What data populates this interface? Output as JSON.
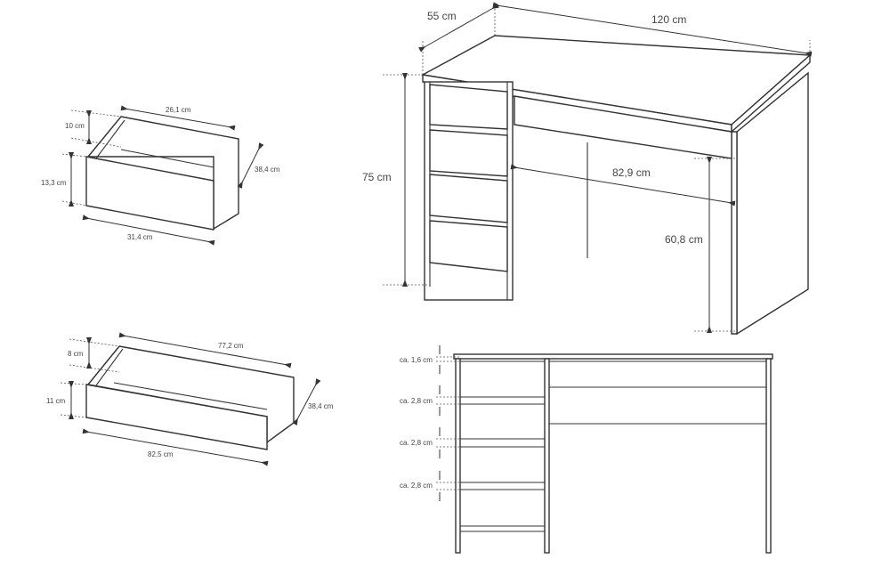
{
  "desk": {
    "depth": "55 cm",
    "width": "120 cm",
    "height": "75 cm",
    "legroom_width": "82,9 cm",
    "legroom_height": "60,8 cm"
  },
  "small_drawer": {
    "inner_width": "26,1 cm",
    "inner_height": "10 cm",
    "front_height": "13,3 cm",
    "depth": "38,4 cm",
    "front_width": "31,4 cm"
  },
  "large_drawer": {
    "inner_width": "77,2 cm",
    "inner_height": "8 cm",
    "front_height": "11 cm",
    "depth": "38,4 cm",
    "front_width": "82,5 cm"
  },
  "front_view": {
    "gaps": [
      "ca. 1,6 cm",
      "ca. 2,8 cm",
      "ca. 2,8 cm",
      "ca. 2,8 cm"
    ]
  }
}
